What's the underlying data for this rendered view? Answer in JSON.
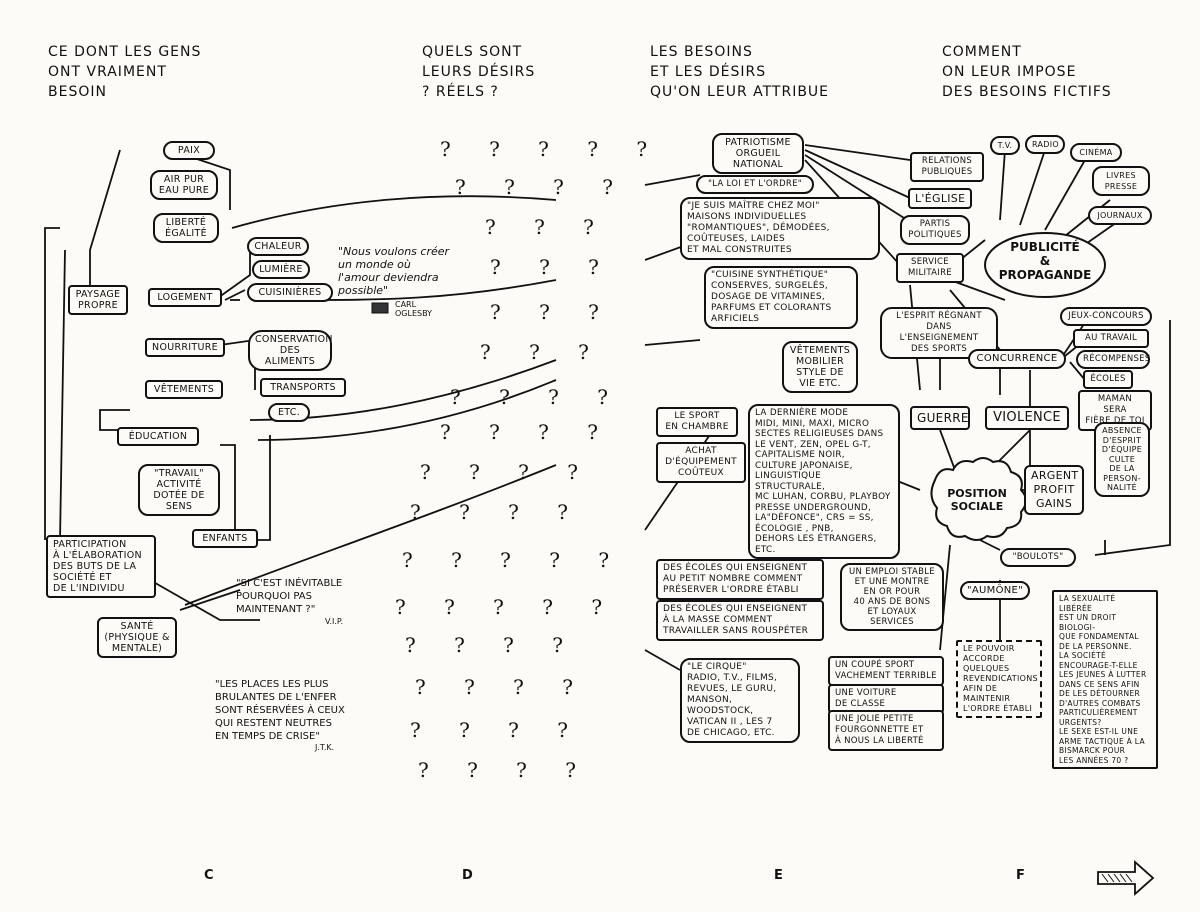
{
  "headers": {
    "c": "CE DONT LES GENS\nONT VRAIMENT\nBESOIN",
    "d": "QUELS SONT\nLEURS DÉSIRS\n? RÉELS ?",
    "e": "LES BESOINS\nET LES DÉSIRS\nQU'ON LEUR ATTRIBUE",
    "f": "COMMENT\nON LEUR IMPOSE\nDES BESOINS FICTIFS"
  },
  "column_c": {
    "paix": "PAIX",
    "air": "AIR PUR\nEAU PURE",
    "liberte": "LIBERTÉ\nÉGALITÉ",
    "paysage": "PAYSAGE\nPROPRE",
    "chaleur": "CHALEUR",
    "lumiere": "LUMIÈRE",
    "cuisinieres": "CUISINIÈRES",
    "logement": "LOGEMENT",
    "nourriture": "NOURRITURE",
    "conservation": "CONSERVATION\nDES\nALIMENTS",
    "transports": "TRANSPORTS",
    "etc": "ETC.",
    "vetements": "VÊTEMENTS",
    "education": "ÉDUCATION",
    "travail": "\"TRAVAIL\"\nACTIVITÉ\nDOTÉE DE\nSENS",
    "enfants": "ENFANTS",
    "participation": "PARTICIPATION\nÀ L'ÉLABORATION\nDES BUTS DE LA\nSOCIÉTÉ ET\nDE L'INDIVIDU",
    "sante": "SANTÉ\n(PHYSIQUE &\nMENTALE)"
  },
  "quotes": {
    "oglesby": "\"Nous voulons créer\nun monde où\nl'amour deviendra\npossible\"",
    "oglesby_author": "CARL\nOGLESBY",
    "vip": "\"SI C'EST INÉVITABLE\nPOURQUOI PAS\nMAINTENANT ?\"",
    "vip_author": "V.I.P.",
    "jtk": "\"LES PLACES LES PLUS\nBRULANTES DE L'ENFER\nSONT RÉSERVÉES À CEUX\nQUI RESTENT NEUTRES\nEN TEMPS DE CRISE\"",
    "jtk_author": "J.T.K."
  },
  "question_rows": [
    "? ? ? ? ?",
    "? ? ? ?",
    "? ? ?",
    "? ? ?",
    "? ? ?",
    "? ? ?",
    "? ? ? ?",
    "? ? ? ?",
    "? ? ? ?",
    "? ? ? ?",
    "? ? ? ? ?",
    "? ? ? ? ?",
    "? ? ? ?",
    "? ? ? ?",
    "? ? ? ?",
    "? ? ? ?"
  ],
  "column_e": {
    "patriotisme": "PATRIOTISME\nORGUEIL\nNATIONAL",
    "loi": "\"LA LOI ET L'ORDRE\"",
    "maitre": "\"JE SUIS MAÎTRE CHEZ MOI\"\nMAISONS INDIVIDUELLES\n\"ROMANTIQUES\", DÉMODÉES,\nCOÛTEUSES, LAIDES\nET MAL CONSTRUITES",
    "cuisine": "\"CUISINE SYNTHÉTIQUE\"\nCONSERVES, SURGELÉS,\nDOSAGE DE VITAMINES,\nPARFUMS ET COLORANTS\nARFICIELS",
    "vetements_mobilier": "VÊTEMENTS\nMOBILIER\nSTYLE DE\nVIE ETC.",
    "sport": "LE SPORT\nEN CHAMBRE",
    "achat": "ACHAT\nD'ÉQUIPEMENT\nCOÛTEUX",
    "mode": "LA DERNIÈRE MODE\nMIDI, MINI, MAXI, MICRO\nSECTES RELIGIEUSES DANS\nLE VENT, ZEN, OPEL G-T,\nCAPITALISME NOIR,\nCULTURE JAPONAISE,\nLINGUISTIQUE STRUCTURALE,\nMC LUHAN, CORBU, PLAYBOY\nPRESSE UNDERGROUND,\nLA\"DÉFONCE\", CRS = SS,\nÉCOLOGIE , PNB,\nDEHORS LES ÉTRANGERS,\nETC.",
    "ecoles1": "DES ÉCOLES QUI ENSEIGNENT\nAU PETIT NOMBRE COMMENT\nPRÉSERVER L'ORDRE ÉTABLI",
    "ecoles2": "DES ÉCOLES QUI ENSEIGNENT\nÀ LA MASSE COMMENT\nTRAVAILLER SANS ROUSPÉTER",
    "cirque": "\"LE CIRQUE\"\nRADIO, T.V., FILMS,\nREVUES, LE GURU,\nMANSON, WOODSTOCK,\nVATICAN II , LES 7\nDE CHICAGO, ETC."
  },
  "column_f": {
    "relations": "RELATIONS\nPUBLIQUES",
    "tv": "T.V.",
    "radio": "RADIO",
    "cinema": "CINÉMA",
    "livres": "LIVRES\nPRESSE",
    "journaux": "JOURNAUX",
    "eglise": "L'ÉGLISE",
    "partis": "PARTIS\nPOLITIQUES",
    "service": "SERVICE\nMILITAIRE",
    "publicite": "PUBLICITÉ\n&\nPROPAGANDE",
    "esprit": "L'ESPRIT RÉGNANT\nDANS L'ENSEIGNEMENT\nDES SPORTS",
    "jeux": "JEUX-CONCOURS",
    "au_travail": "AU TRAVAIL",
    "recompenses": "RÉCOMPENSES",
    "concurrence": "CONCURRENCE",
    "ecoles": "ÉCOLES",
    "maman": "MAMAN SERA\nFIÈRE DE TOI",
    "guerre": "GUERRE",
    "violence": "VIOLENCE",
    "absence": "ABSENCE\nD'ESPRIT\nD'ÉQUIPE\nCULTE\nDE LA\nPERSON-\nNALITÉ",
    "position": "POSITION\nSOCIALE",
    "argent": "ARGENT\nPROFIT\nGAINS",
    "boulots": "\"BOULOTS\"",
    "emploi": "UN EMPLOI STABLE\nET UNE MONTRE\nEN OR POUR\n40 ANS DE BONS\nET LOYAUX SERVICES",
    "coupe": "UN COUPÉ SPORT\nVACHEMENT TERRIBLE",
    "voiture": "UNE VOITURE\nDE CLASSE",
    "fourgonnette": "UNE JOLIE PETITE\nFOURGONNETTE ET\nÀ NOUS LA LIBERTÉ",
    "aumone": "\"AUMÔNE\"",
    "pouvoir": "LE POUVOIR\nACCORDE\nQUELQUES\nREVENDICATIONS\nAFIN DE\nMAINTENIR\nL'ORDRE ÉTABLI",
    "sexualite": "LA SEXUALITÉ LIBÉRÉE\nEST UN DROIT BIOLOGI-\nQUE FONDAMENTAL\nDE LA PERSONNE.\nLA SOCIÉTÉ\nENCOURAGE-T-ELLE\nLES JEUNES À LUTTER\nDANS CE SENS AFIN\nDE LES DÉTOURNER\nD'AUTRES COMBATS\nPARTICULIÈREMENT\nURGENTS?\nLE SEXE EST-IL UNE\nARME TACTIQUE À LA\nBISMARCK POUR\nLES ANNÉES 70 ?"
  },
  "footer": {
    "c": "C",
    "d": "D",
    "e": "E",
    "f": "F"
  }
}
